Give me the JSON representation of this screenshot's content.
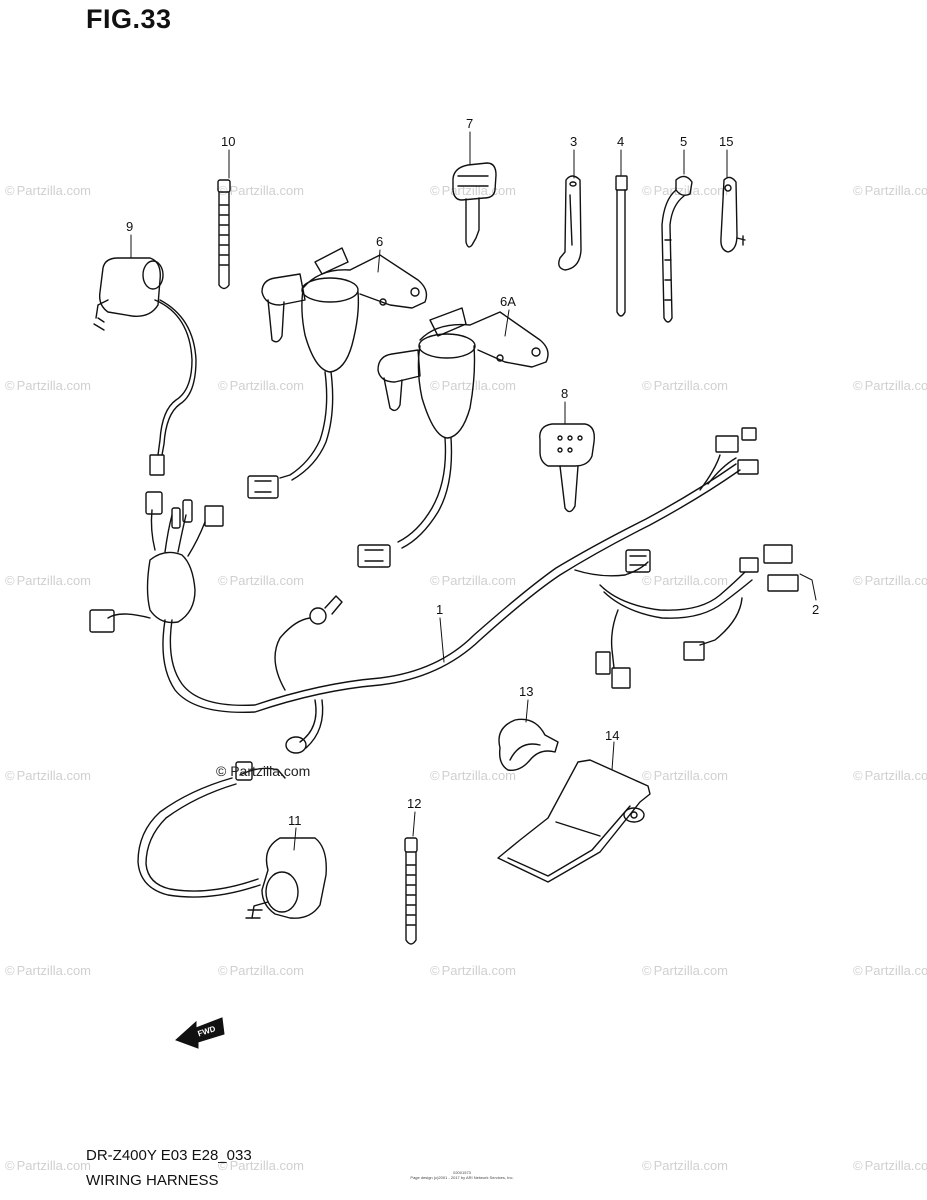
{
  "figure": {
    "title": "FIG.33",
    "model_code": "DR-Z400Y E03 E28_033",
    "diagram_title": "WIRING HARNESS",
    "fine_print": [
      "02001573",
      "Page design (c)2001 - 2017 by ARI Network Services, Inc."
    ],
    "forward_arrow_label": "FWD"
  },
  "watermark": {
    "symbol": "©",
    "text": "Partzilla.com"
  },
  "center_watermark": "© Partzilla.com",
  "callouts": [
    {
      "label": "1"
    },
    {
      "label": "2"
    },
    {
      "label": "3"
    },
    {
      "label": "4"
    },
    {
      "label": "5"
    },
    {
      "label": "6"
    },
    {
      "label": "6A"
    },
    {
      "label": "7"
    },
    {
      "label": "8"
    },
    {
      "label": "9"
    },
    {
      "label": "10"
    },
    {
      "label": "11"
    },
    {
      "label": "12"
    },
    {
      "label": "13"
    },
    {
      "label": "14"
    },
    {
      "label": "15"
    }
  ],
  "colors": {
    "line": "#111111",
    "watermark": "#d0d0d0",
    "background": "#ffffff"
  }
}
